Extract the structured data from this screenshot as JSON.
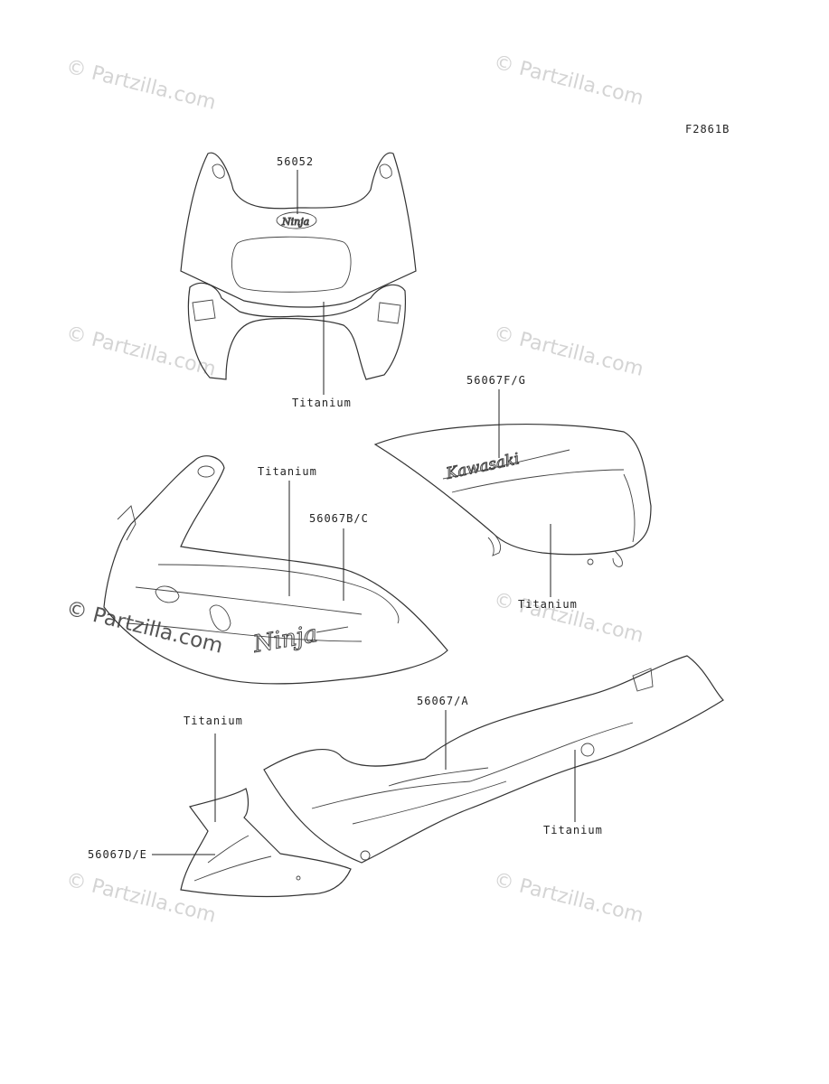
{
  "figure_code": "F2861B",
  "watermark_text": "© Partzilla.com",
  "decal_texts": {
    "kawasaki": "Kawasaki",
    "ninja": "Ninja"
  },
  "labels": {
    "upper_cowl_part": "56052",
    "upper_cowl_color": "Titanium",
    "tank_part": "56067F/G",
    "tank_color": "Titanium",
    "side_cowl_color": "Titanium",
    "side_cowl_part": "56067B/C",
    "seat_cover_part": "56067/A",
    "seat_cover_color": "Titanium",
    "lower_cowl_color": "Titanium",
    "lower_cowl_part": "56067D/E"
  },
  "colors": {
    "line": "#333333",
    "watermark_light": "#d4d4d4",
    "watermark_dark": "#555555"
  }
}
